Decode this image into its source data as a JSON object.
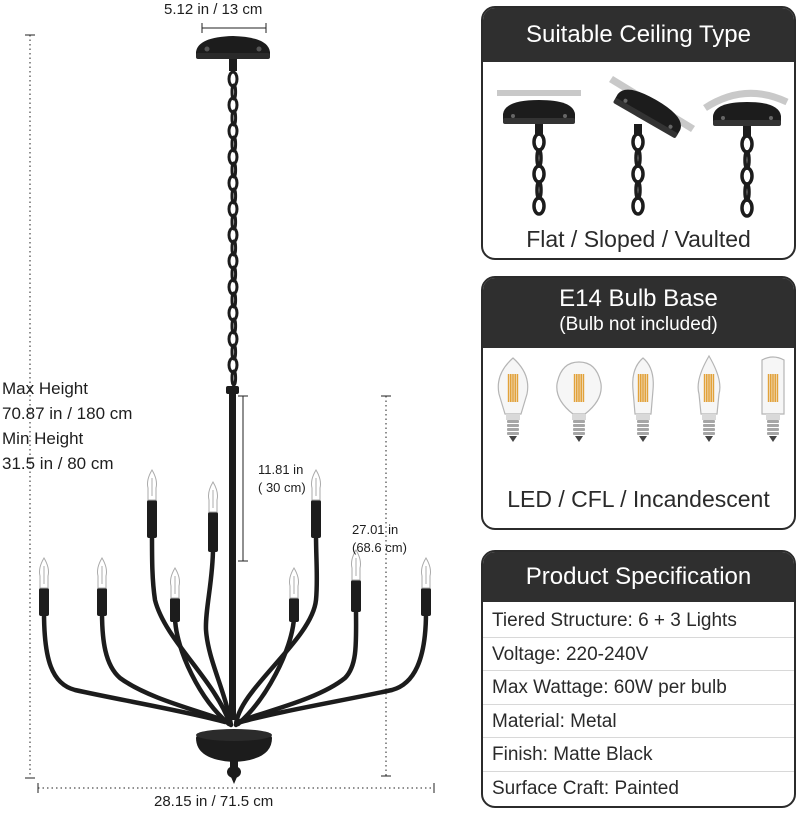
{
  "dimensions": {
    "top_width": "5.12 in / 13 cm",
    "max_height_label": "Max Height",
    "max_height_value": "70.87 in / 180 cm",
    "min_height_label": "Min Height",
    "min_height_value": "31.5 in / 80 cm",
    "arm_length_line1": "11.81 in",
    "arm_length_line2": "( 30 cm)",
    "tier_height_line1": "27.01 in",
    "tier_height_line2": "(68.6 cm)",
    "bottom_width": "28.15 in / 71.5 cm"
  },
  "ceiling_panel": {
    "title": "Suitable Ceiling Type",
    "caption": "Flat / Sloped / Vaulted"
  },
  "bulb_panel": {
    "title": "E14 Bulb Base",
    "subtitle": "(Bulb not included)",
    "caption": "LED / CFL / Incandescent"
  },
  "spec_panel": {
    "title": "Product Specification",
    "rows": [
      "Tiered Structure: 6 + 3 Lights",
      "Voltage: 220-240V",
      "Max Wattage: 60W per bulb",
      "Material: Metal",
      "Finish: Matte Black",
      "Surface Craft: Painted"
    ]
  },
  "colors": {
    "panel_header": "#2f2f2f",
    "fixture": "#1c1c1c",
    "dimension_line": "#222222"
  }
}
